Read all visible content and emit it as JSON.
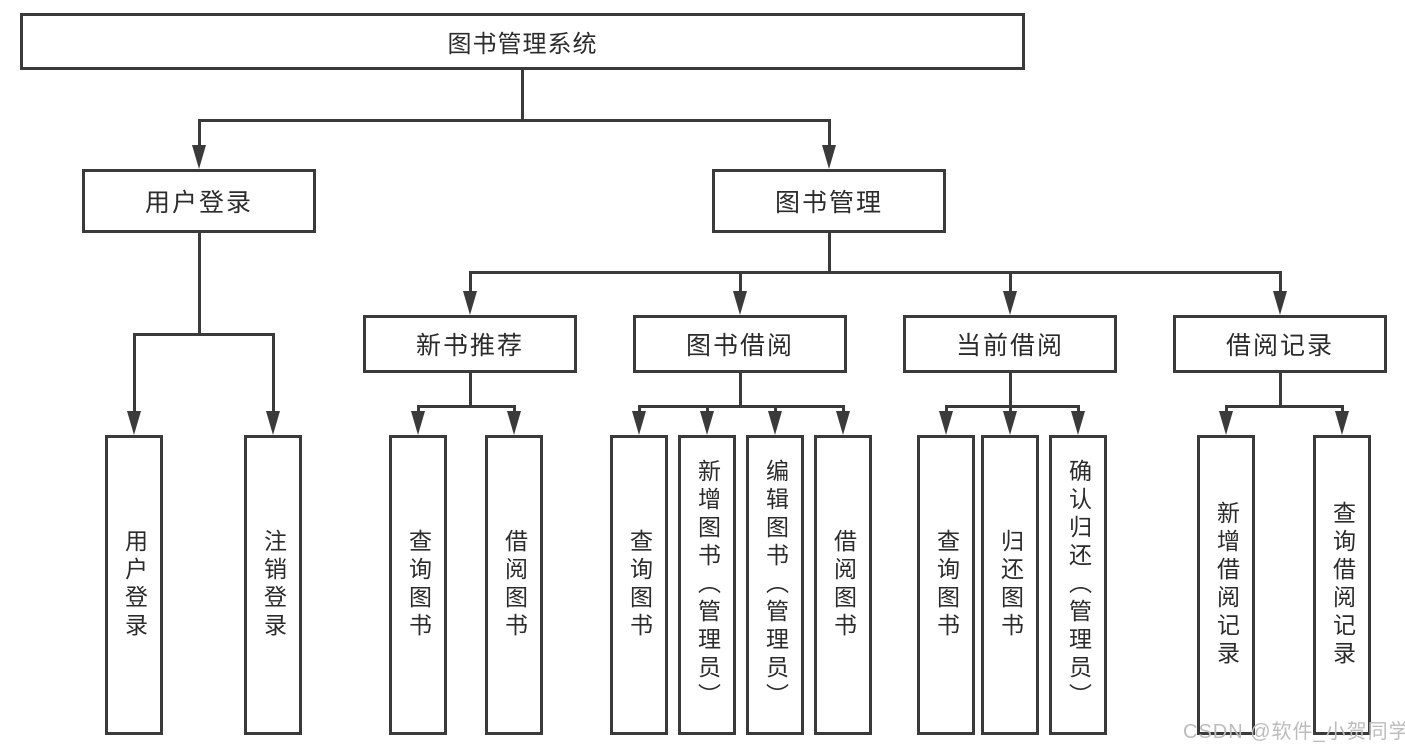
{
  "diagram_title": "图书管理系统",
  "nodes": {
    "root": "图书管理系统",
    "level2": [
      "用户登录",
      "图书管理"
    ],
    "level3": [
      "新书推荐",
      "图书借阅",
      "当前借阅",
      "借阅记录"
    ],
    "leaves": {
      "user_login": [
        "用户登录",
        "注销登录"
      ],
      "new_book_recommend": [
        "查询图书",
        "借阅图书"
      ],
      "book_borrow": [
        "查询图书",
        "新增图书（管理员）",
        "编辑图书（管理员）",
        "借阅图书"
      ],
      "current_borrow": [
        "查询图书",
        "归还图书",
        "确认归还（管理员）"
      ],
      "borrow_records": [
        "新增借阅记录",
        "查询借阅记录"
      ]
    }
  },
  "watermark": {
    "text": "CSDN @软件_小贺同学"
  },
  "colors": {
    "line": "#3a3a3a",
    "text": "#2b2b2b",
    "watermark": "#bcbcbc",
    "bg": "#ffffff"
  }
}
